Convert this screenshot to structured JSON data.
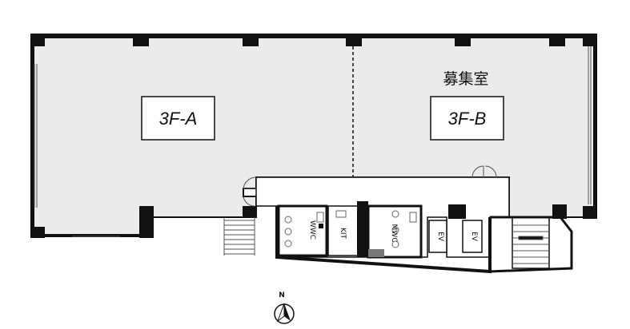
{
  "rooms": {
    "room_a": "3F-A",
    "room_b": "3F-B",
    "vacancy_label": "募集室"
  },
  "core": {
    "wwc": "WWC",
    "kit": "KIT",
    "mwc": "MWC",
    "ev1": "EV",
    "ev2": "EV"
  },
  "compass": {
    "north": "N"
  },
  "colors": {
    "wall": "#111111",
    "floor": "#ebebeb",
    "core_floor": "#ffffff",
    "label_box": "#ffffff"
  }
}
